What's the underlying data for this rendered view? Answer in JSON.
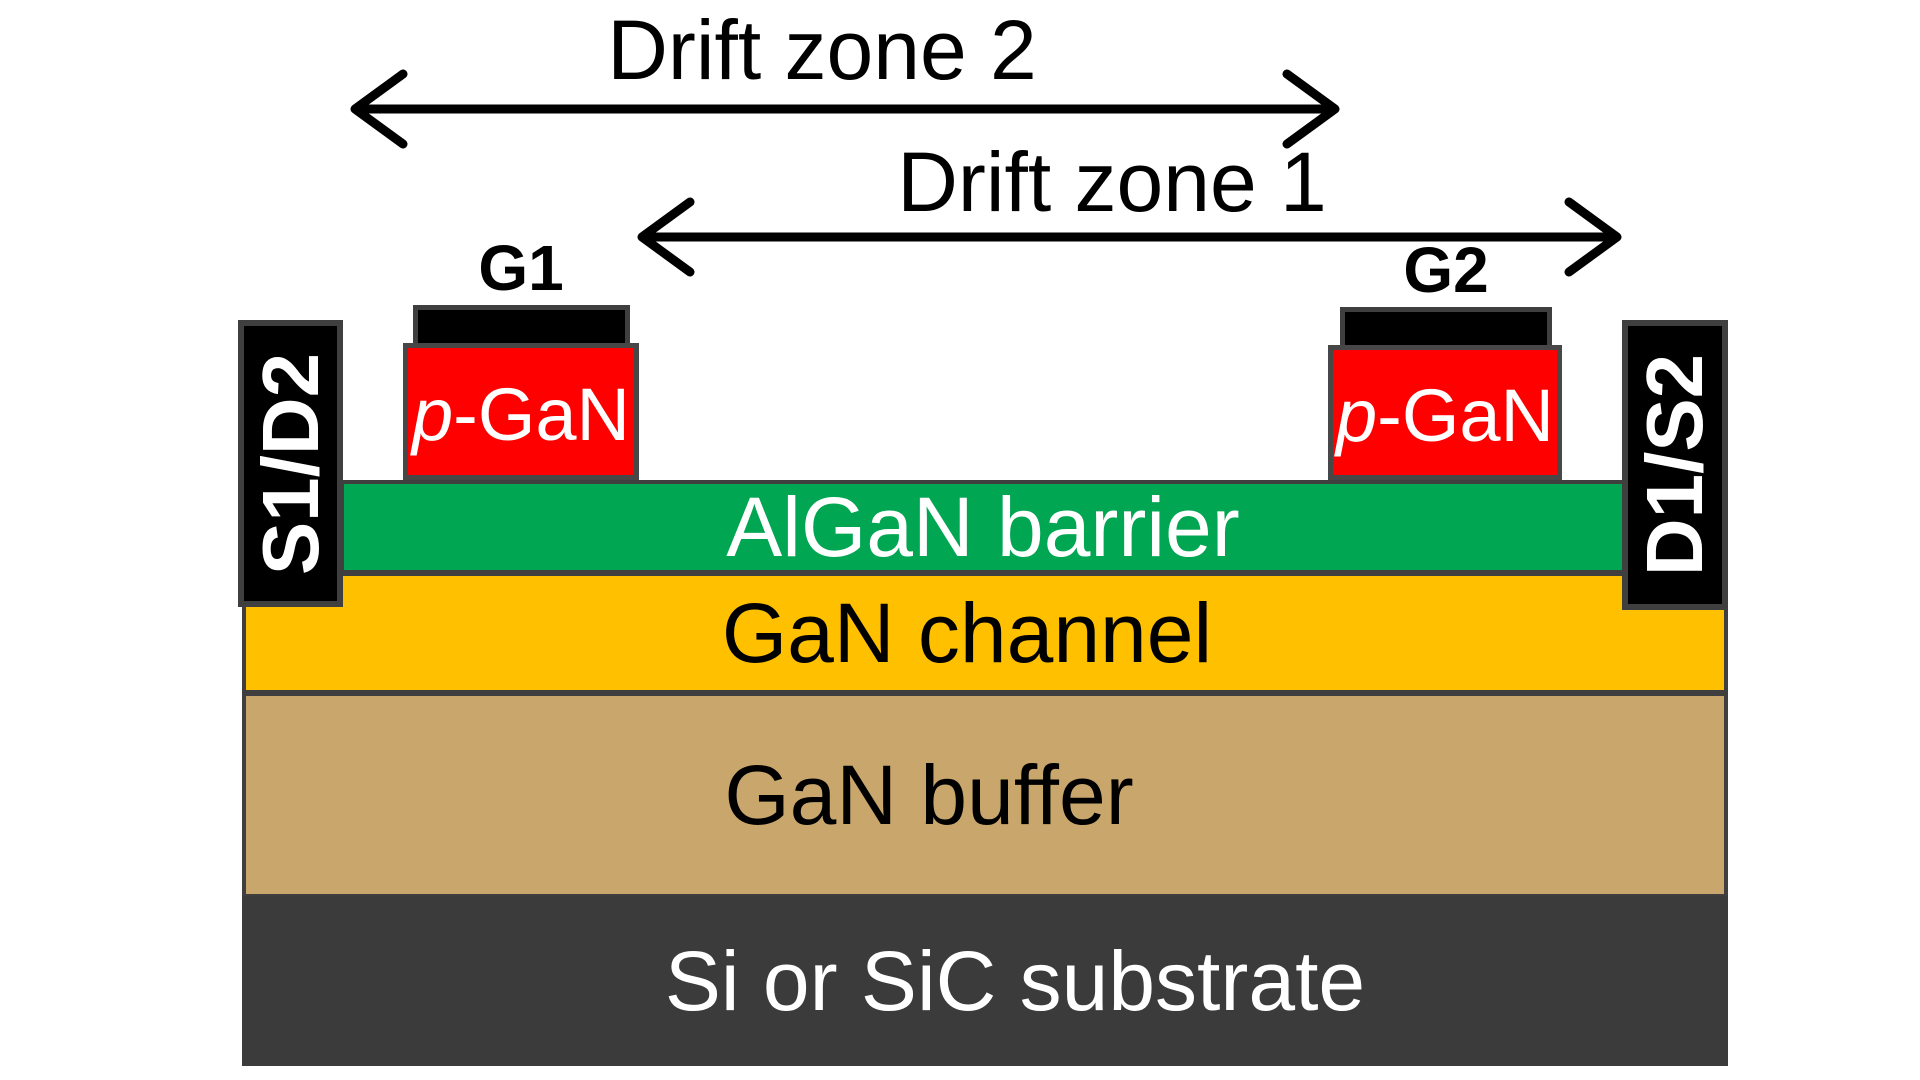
{
  "diagram": {
    "drift_zone_2_label": "Drift zone 2",
    "drift_zone_1_label": "Drift zone 1",
    "gate_1_label": "G1",
    "gate_2_label": "G2",
    "left_contact_label": "S1/D2",
    "right_contact_label": "D1/S2",
    "p_gan_left": {
      "italic_part": "p",
      "rest": "-GaN"
    },
    "p_gan_right": {
      "italic_part": "p",
      "rest": "-GaN"
    },
    "layers": [
      {
        "name": "algan-barrier",
        "label": "AlGaN barrier",
        "fill": "#00A651",
        "text_color": "#FFFFFF"
      },
      {
        "name": "gan-channel",
        "label": "GaN channel",
        "fill": "#FFC000",
        "text_color": "#000000"
      },
      {
        "name": "gan-buffer",
        "label": "GaN buffer",
        "fill": "#C9A76C",
        "text_color": "#000000"
      },
      {
        "name": "substrate",
        "label": "Si or SiC substrate",
        "fill": "#3B3B3B",
        "text_color": "#FFFFFF"
      }
    ],
    "colors": {
      "p_gan_fill": "#FF0000",
      "gate_and_contact_fill": "#000000",
      "outline": "#3F3F3F",
      "arrow": "#000000",
      "background": "#FFFFFF"
    }
  }
}
